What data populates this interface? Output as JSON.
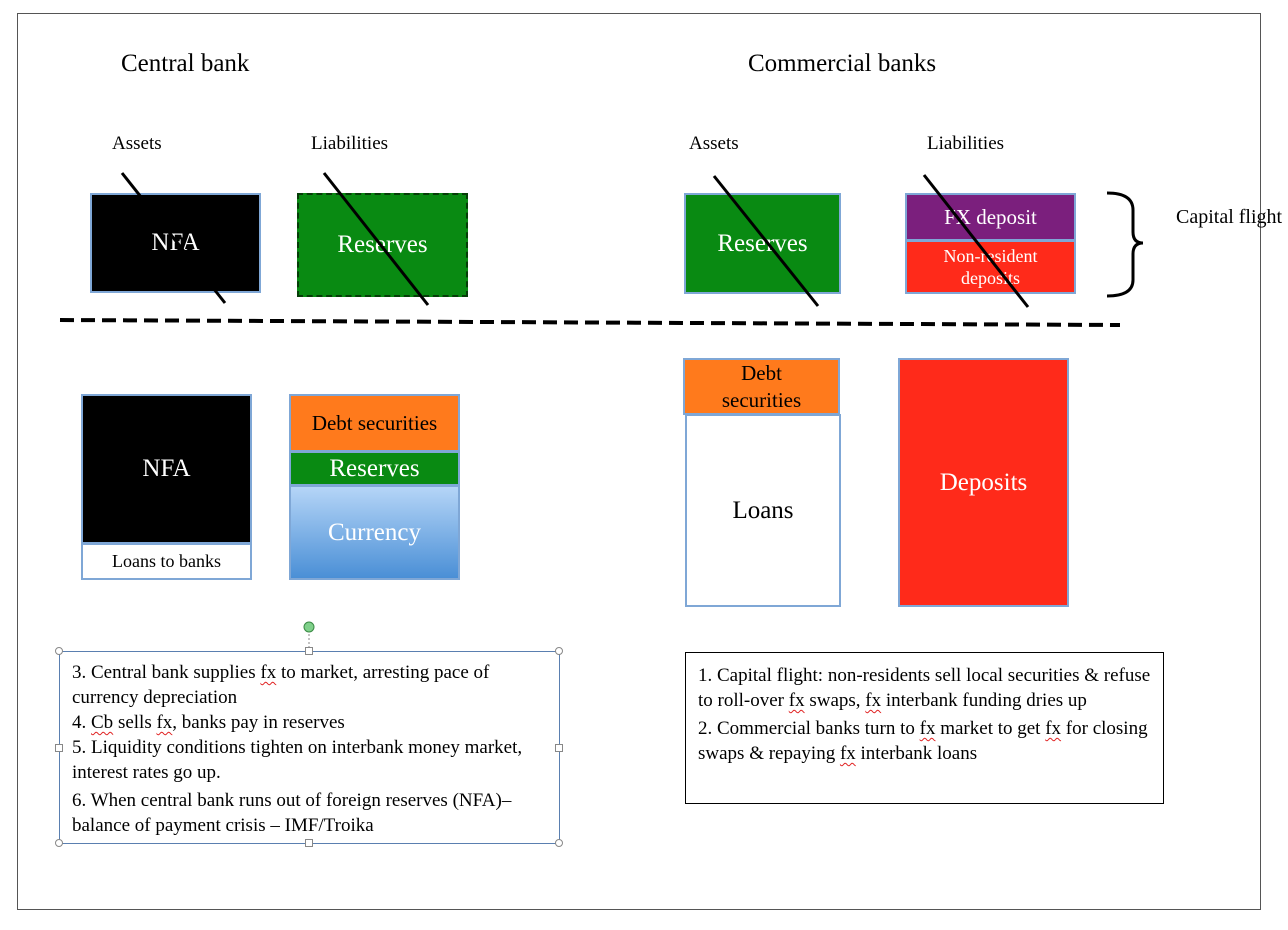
{
  "titles": {
    "central_bank": "Central bank",
    "commercial_banks": "Commercial banks"
  },
  "labels": {
    "cb_assets": "Assets",
    "cb_liabilities": "Liabilities",
    "comm_assets": "Assets",
    "comm_liabilities": "Liabilities",
    "capital_flight": "Capital flight"
  },
  "top_boxes": {
    "cb_nfa": "NFA",
    "cb_reserves": "Reserves",
    "comm_reserves": "Reserves",
    "fx_deposit": "FX deposit",
    "nonresident_deposits": "Non-resident deposits"
  },
  "bottom_boxes": {
    "cb_nfa": "NFA",
    "loans_to_banks": "Loans to banks",
    "debt_securities": "Debt securities",
    "reserves": "Reserves",
    "currency": "Currency",
    "comm_debt_securities": "Debt securities",
    "loans": "Loans",
    "deposits": "Deposits"
  },
  "notes_left": {
    "item3_a": "3. Central bank supplies ",
    "item3_fx": "fx",
    "item3_b": " to market, arresting pace of currency depreciation",
    "item4_a": "4. ",
    "item4_cb": "Cb",
    "item4_b": " sells ",
    "item4_fx": "fx",
    "item4_c": ", banks pay in reserves",
    "item5": "5. Liquidity conditions tighten on interbank money market, interest rates go up.",
    "item6": "6. When central bank runs out of foreign reserves (NFA)– balance of payment crisis – IMF/Troika"
  },
  "notes_right": {
    "item1_a": "1. Capital flight: non-residents sell local securities & refuse to roll-over ",
    "item1_fx1": "fx",
    "item1_b": " swaps, ",
    "item1_fx2": "fx",
    "item1_c": " interbank funding dries up",
    "item2_a": "2. Commercial banks turn to ",
    "item2_fx1": "fx",
    "item2_b": " market to get ",
    "item2_fx2": "fx",
    "item2_c": " for closing swaps & repaying ",
    "item2_fx3": "fx",
    "item2_d": " interbank loans"
  },
  "colors": {
    "black": "#000000",
    "green": "#098a12",
    "purple": "#7b1f7d",
    "red": "#ff2a1a",
    "orange": "#ff7a1c",
    "light_blue": "#a9cdf5",
    "blue": "#5a9bd9"
  }
}
